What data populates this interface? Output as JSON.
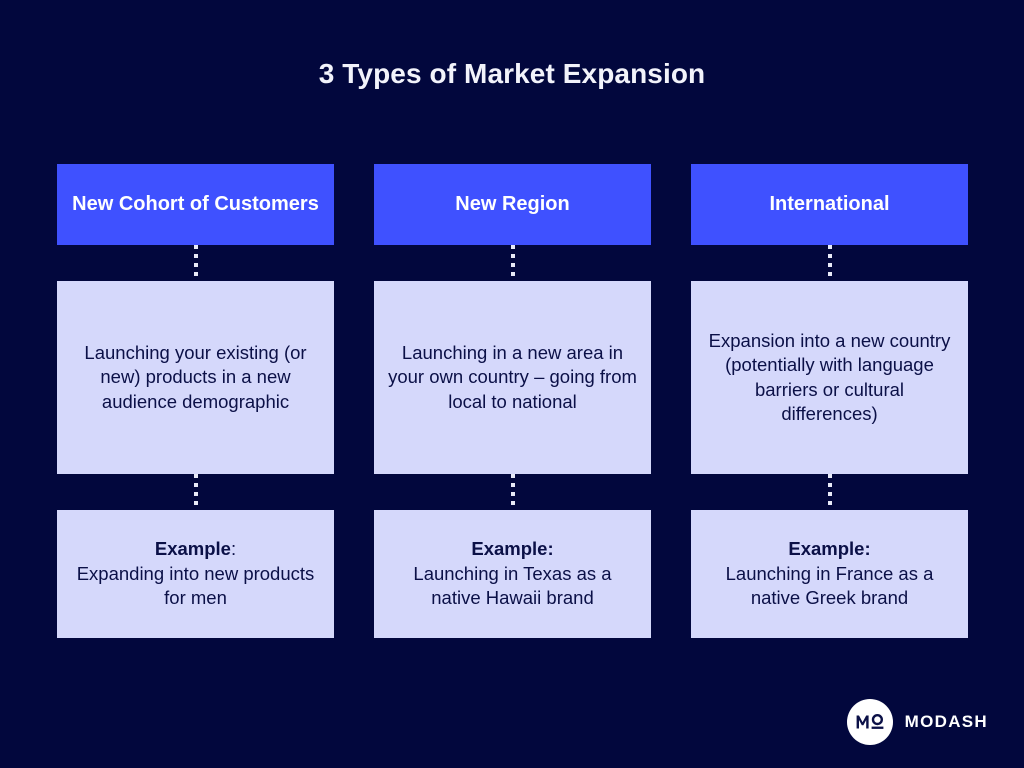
{
  "page": {
    "title": "3 Types of Market Expansion",
    "background_color": "#02073d",
    "accent_blue": "#3f51ff",
    "panel_lavender": "#d5d8fb",
    "text_navy": "#0b1047",
    "text_white": "#ffffff"
  },
  "columns": [
    {
      "header": "New Cohort of Customers",
      "description": "Launching your existing (or new) products in a new audience demographic",
      "example_label": "Example",
      "example_separator": ":",
      "example_text": "Expanding into new products for men"
    },
    {
      "header": "New Region",
      "description": "Launching in a new area in your own country – going from local to national",
      "example_label": "Example:",
      "example_separator": "",
      "example_text": "Launching in Texas as a native Hawaii brand"
    },
    {
      "header": "International",
      "description": "Expansion into a new country (potentially with language barriers or cultural differences)",
      "example_label": "Example:",
      "example_separator": "",
      "example_text": "Launching in France as a native Greek brand"
    }
  ],
  "logo": {
    "mark_alt": "modash-monogram",
    "wordmark": "MODASH"
  }
}
